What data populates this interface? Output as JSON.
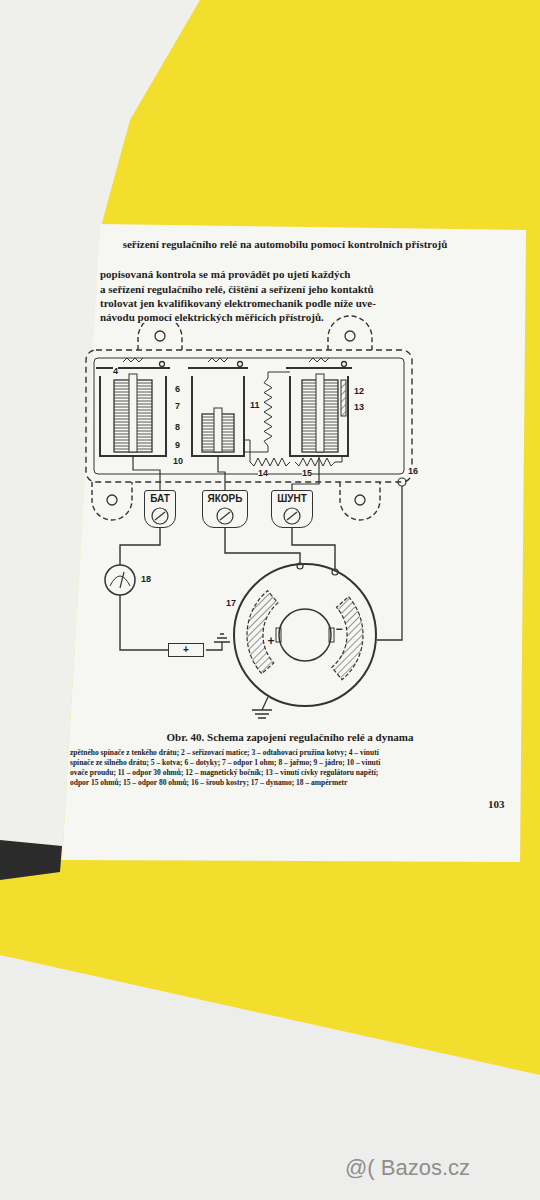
{
  "diagram": {
    "title": "seřízení regulačního relé na automobilu pomocí kontrolních přístrojů",
    "caption": "Obr. 40. Schema zapojení regulačního relé a dynama",
    "nodes": [
      {
        "text": [
          "БАТ"
        ]
      },
      {
        "text": [
          "ЯКОРЬ"
        ]
      },
      {
        "text": [
          "ШУНТ"
        ]
      },
      {
        "text": [
          "+",
          "−"
        ]
      },
      {
        "text": [
          "+"
        ]
      }
    ],
    "edges": [
      {
        "from": 0,
        "to": 4,
        "arrow": "none"
      },
      {
        "from": 1,
        "to": 3,
        "arrow": "none"
      },
      {
        "from": 2,
        "to": 3,
        "arrow": "none"
      }
    ],
    "labels": [
      "popisovaná kontrola se má provádět po ujetí každých",
      "a seřízení regulačního relé, čištění a seřízení jeho kontaktů",
      "trolovat jen kvalifikovaný elektromechanik podle níže uve-",
      "návodu pomocí elektrických měřicích přístrojů.",
      "4",
      "6",
      "7",
      "8",
      "9",
      "10",
      "11",
      "12",
      "13",
      "14",
      "15",
      "16",
      "17",
      "18",
      "zpětného spínače z tenkého drátu; 2 – seřizovací matice; 3 – odtahovací pružina kotvy; 4 – vinutí",
      "spínače ze silného drátu; 5 – kotva; 6 – dotyky; 7 – odpor 1 ohm; 8 – jařmo; 9 – jádro; 10 – vinutí",
      "ovače proudu; 11 – odpor 30 ohmů; 12 – magnetický bočník; 13 – vinutí cívky regulátoru napětí;",
      "odpor 15 ohmů; 15 – odpor 80 ohmů; 16 – šroub kostry; 17 – dynamo; 18 – ampérmetr",
      "103",
      "@( Bazos.cz"
    ]
  }
}
